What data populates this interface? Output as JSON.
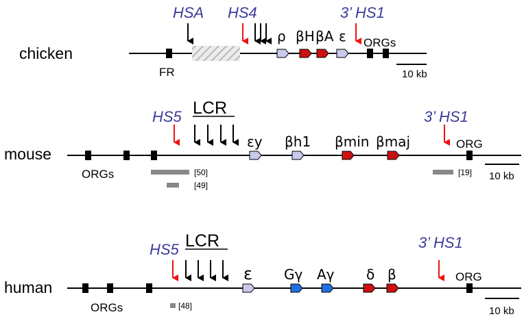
{
  "colors": {
    "hs_label": "#3b3b9a",
    "red_arrow": "#ee1111",
    "black_arrow": "#000000",
    "epsilon_like_gene": "#c9c9ee",
    "gamma_gene": "#1f6fe0",
    "adult_gene": "#cc1111",
    "element_box": "#000000",
    "bar": "#888888",
    "hatched": "#c8c8c8"
  },
  "chicken": {
    "species": "chicken",
    "hsa": "HSA",
    "hs4": "HS4",
    "hs1": "3’ HS1",
    "fr": "FR",
    "genes": [
      "ρ",
      "βH",
      "βA",
      "ε"
    ],
    "orgs": "ORGs",
    "scale": "10 kb"
  },
  "mouse": {
    "species": "mouse",
    "hs5": "HS5",
    "lcr": "LCR",
    "hs1": "3’ HS1",
    "genes": [
      "εy",
      "βh1",
      "βmin",
      "βmaj"
    ],
    "orgs_left": "ORGs",
    "org_right": "ORG",
    "refs": [
      "[50]",
      "[49]",
      "[19]"
    ],
    "scale": "10 kb"
  },
  "human": {
    "species": "human",
    "hs5": "HS5",
    "lcr": "LCR",
    "hs1": "3’ HS1",
    "genes": [
      "ε",
      "Gγ",
      "Aγ",
      "δ",
      "β"
    ],
    "orgs_left": "ORGs",
    "org_right": "ORG",
    "refs": [
      "[48]"
    ],
    "scale": "10 kb"
  }
}
